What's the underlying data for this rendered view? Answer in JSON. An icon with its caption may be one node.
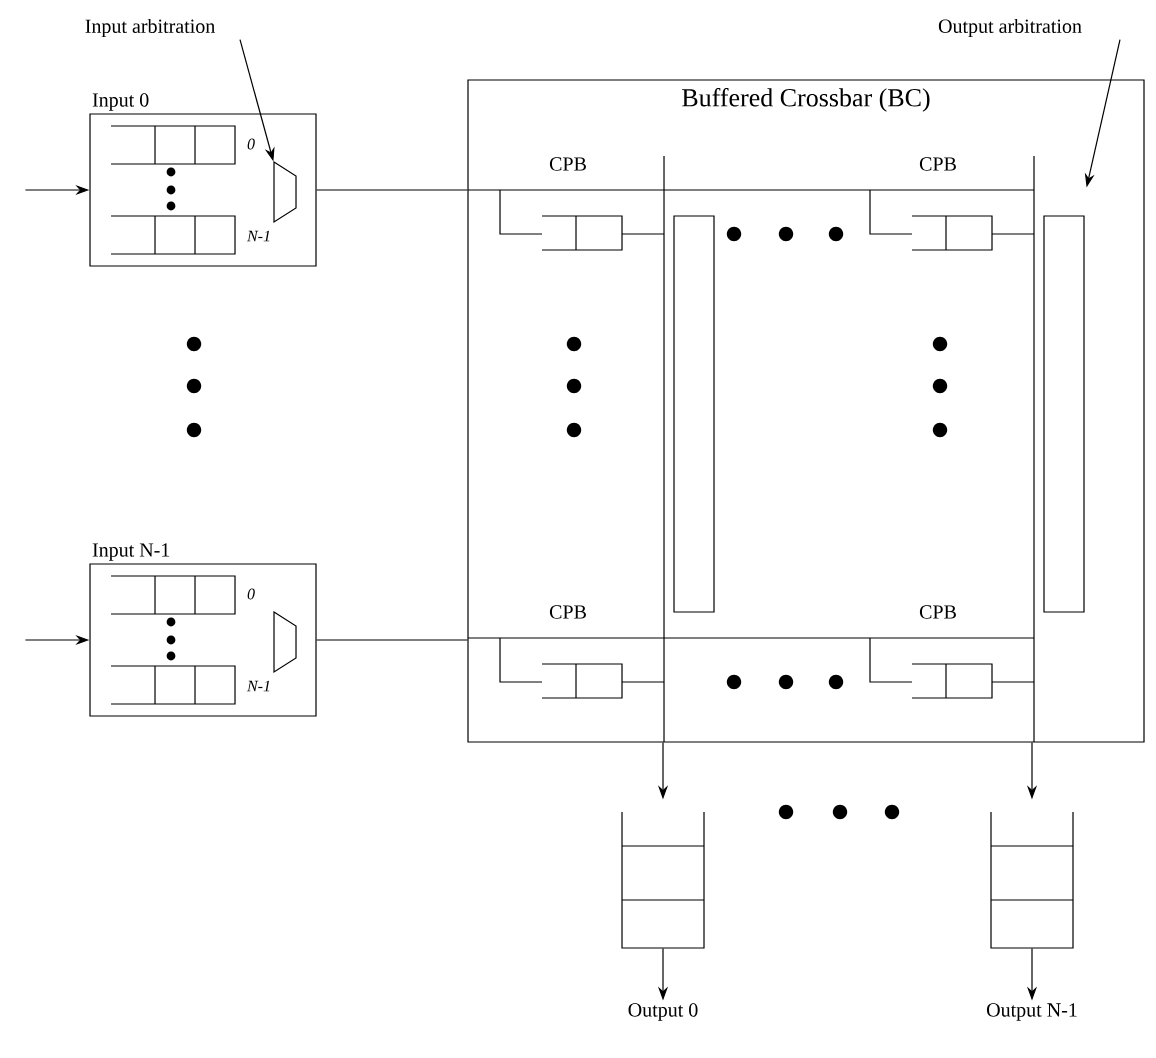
{
  "diagram": {
    "nodes": [
      {
        "text": [
          "Input arbitration"
        ]
      },
      {
        "text": [
          "Output arbitration"
        ]
      },
      {
        "text": [
          "Input 0"
        ]
      },
      {
        "text": [],
        "shape": "trapezoid",
        "in": 2
      },
      {
        "text": [
          "Buffered Crossbar (BC)"
        ]
      },
      {
        "text": [],
        "shape": "bar",
        "in": 4
      },
      {
        "text": [],
        "shape": "bar",
        "in": 4
      },
      {
        "text": [
          "Input N-1"
        ]
      },
      {
        "text": [],
        "shape": "trapezoid",
        "in": 7
      },
      {
        "text": [],
        "shape": "box"
      },
      {
        "text": [],
        "shape": "box"
      },
      {
        "text": [
          "Output 0"
        ]
      },
      {
        "text": [
          "Output N-1"
        ]
      }
    ],
    "edges": [
      {
        "from": 0,
        "to": 3,
        "arrow": "to"
      },
      {
        "from": 1,
        "to": 6,
        "arrow": "to"
      },
      {
        "from": null,
        "to": 2,
        "arrow": "to"
      },
      {
        "from": 2,
        "to": 4,
        "arrow": "none"
      },
      {
        "from": null,
        "to": 7,
        "arrow": "to"
      },
      {
        "from": 7,
        "to": 4,
        "arrow": "none"
      },
      {
        "from": 4,
        "to": 9,
        "arrow": "to"
      },
      {
        "from": 4,
        "to": 10,
        "arrow": "to"
      },
      {
        "from": 9,
        "to": 11,
        "arrow": "to"
      },
      {
        "from": 10,
        "to": 12,
        "arrow": "to"
      }
    ],
    "labels": [
      "0",
      "N-1",
      "CPB",
      "CPB",
      "0",
      "N-1",
      "CPB",
      "CPB"
    ]
  }
}
